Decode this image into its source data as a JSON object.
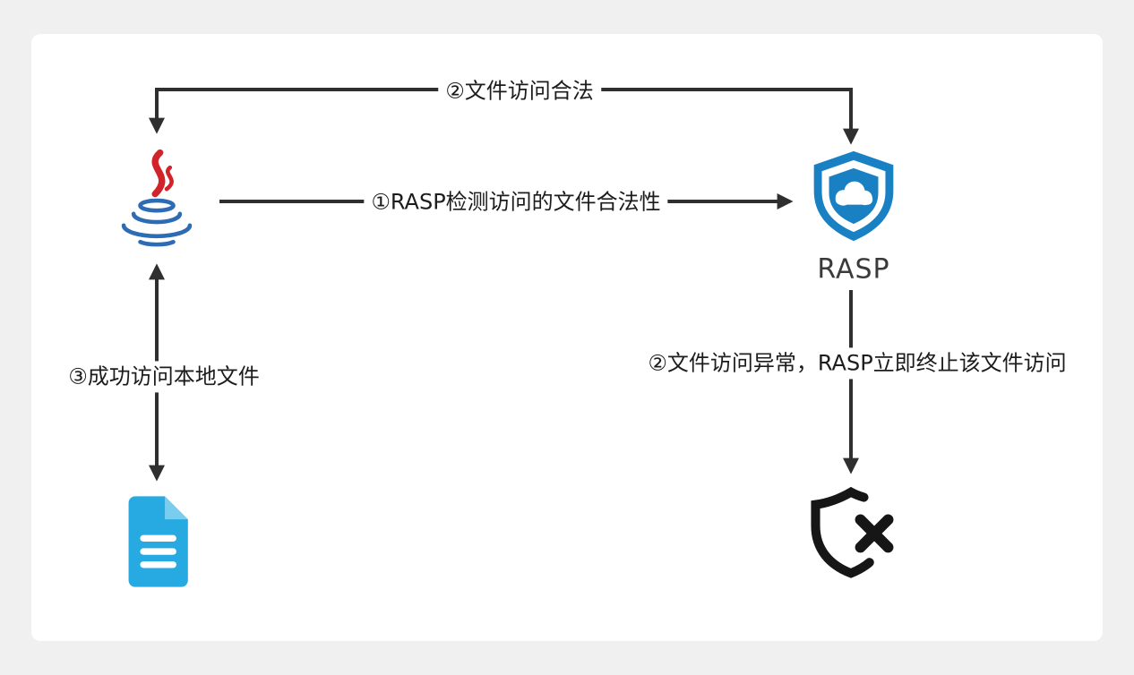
{
  "colors": {
    "arrow": "#2f2f2f",
    "rasp_blue": "#1a80c4",
    "doc_cyan": "#27a9e1",
    "doc_fold": "#79cdef",
    "java_red": "#d2232a",
    "java_blue": "#2d6cb5",
    "blocked_black": "#161616",
    "panel_bg": "#ffffff",
    "page_bg": "#f0f0f1",
    "label_text": "#1c1c1c"
  },
  "nodes": {
    "java": {
      "icon": "java-logo-icon"
    },
    "rasp": {
      "icon": "rasp-shield-cloud-icon",
      "label": "RASP"
    },
    "local_file": {
      "icon": "document-file-icon"
    },
    "blocked": {
      "icon": "shield-x-blocked-icon"
    }
  },
  "edges": {
    "check": {
      "label": "①RASP检测访问的文件合法性"
    },
    "legal": {
      "label": "②文件访问合法"
    },
    "abnormal": {
      "label": "②文件访问异常，RASP立即终止该文件访问"
    },
    "access_file": {
      "label": "③成功访问本地文件"
    }
  }
}
